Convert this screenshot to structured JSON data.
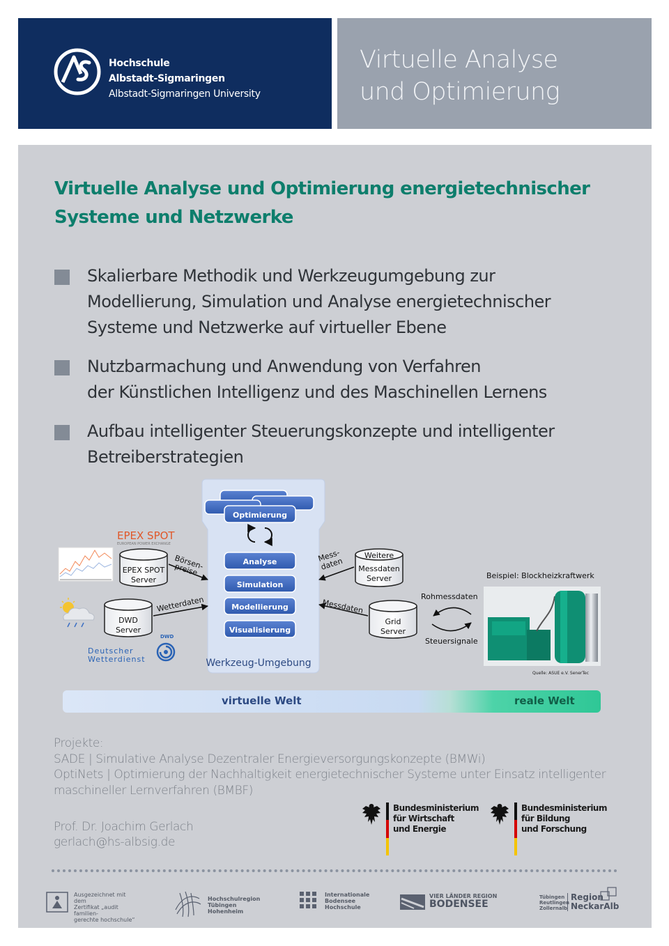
{
  "header": {
    "university_lines": [
      "Hochschule",
      "Albstadt-Sigmaringen",
      "Albstadt-Sigmaringen University"
    ],
    "title_lines": [
      "Virtuelle Analyse",
      "und Optimierung"
    ]
  },
  "main": {
    "title_lines": [
      "Virtuelle Analyse und Optimierung energietechnischer",
      "Systeme und Netzwerke"
    ],
    "bullets": [
      {
        "lines": [
          "Skalierbare Methodik und Werkzeugumgebung zur",
          "Modellierung, Simulation und Analyse energietechnischer",
          "Systeme und Netzwerke auf virtueller Ebene"
        ]
      },
      {
        "lines": [
          "Nutzbarmachung und Anwendung von Verfahren",
          "der Künstlichen Intelligenz und des Maschinellen Lernens"
        ]
      },
      {
        "lines": [
          "Aufbau intelligenter Steuerungskonzepte und intelligenter",
          "Betreiberstrategien"
        ]
      }
    ]
  },
  "diagram": {
    "tool_boxes": [
      "Optimierung",
      "Analyse",
      "Simulation",
      "Modellierung",
      "Visualisierung"
    ],
    "tool_env_label": "Werkzeug-Umgebung",
    "epex_logo_text": "EPEX SPOT",
    "epex_logo_sub": "EUROPEAN POWER EXCHANGE",
    "epex_server": [
      "EPEX SPOT",
      "Server"
    ],
    "dwd_server": [
      "DWD",
      "Server"
    ],
    "dwd_logo_text": [
      "Deutscher",
      "Wetterdienst"
    ],
    "dwd_badge": "DWD",
    "arrow_boersen": [
      "Börsen-",
      "preise"
    ],
    "arrow_wetter": "Wetterdaten",
    "further_server": [
      "Weitere",
      "Messdaten",
      "Server"
    ],
    "grid_server": [
      "Grid",
      "Server"
    ],
    "arrow_messdaten_top": [
      "Mess-",
      "daten"
    ],
    "arrow_messdaten": "Messdaten",
    "rohmessdaten": "Rohmessdaten",
    "steuersignale": "Steuersignale",
    "example_title": "Beispiel: Blockheizkraftwerk",
    "photo_source": "Quelle: ASUE e.V. SenerTec",
    "colors": {
      "box_top": "#5b82d2",
      "box_bottom": "#2f5aae",
      "env_bg": "#d8e2f3",
      "bhkw_green": "#0f8f73"
    }
  },
  "world_bar": {
    "virtual": "virtuelle Welt",
    "real": "reale Welt"
  },
  "projects": {
    "lines": [
      "Projekte:",
      "SADE | Simulative Analyse Dezentraler Energieversorgungskonzepte (BMWi)",
      "OptiNets | Optimierung der Nachhaltigkeit energietechnischer Systeme unter Einsatz intelligenter",
      "maschineller Lernverfahren (BMBF)"
    ],
    "contact": [
      "Prof. Dr. Joachim Gerlach",
      "gerlach@hs-albsig.de"
    ]
  },
  "ministries": [
    {
      "lines": [
        "Bundesministerium",
        "für Wirtschaft",
        "und Energie"
      ]
    },
    {
      "lines": [
        "Bundesministerium",
        "für Bildung",
        "und Forschung"
      ]
    }
  ],
  "footer": {
    "family": [
      "Ausgezeichnet mit dem",
      "Zertifikat „audit familien-",
      "gerechte hochschule“"
    ],
    "hochschulregion": [
      "Hochschulregion",
      "Tübingen",
      "Hohenheim"
    ],
    "ibh": [
      "Internationale",
      "Bodensee",
      "Hochschule"
    ],
    "bodensee_top": "VIER LÄNDER REGION",
    "bodensee": "BODENSEE",
    "neckar_left": [
      "Tübingen",
      "Reutlingen",
      "Zollernalb"
    ],
    "neckar_right": [
      "Region",
      "NeckarAlb"
    ]
  }
}
